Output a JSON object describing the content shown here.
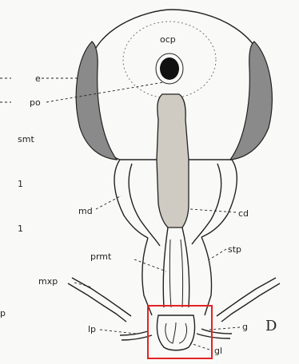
{
  "figure": {
    "panel_letter": "D",
    "labels": {
      "ocp": "ocp",
      "e": "e",
      "po": "po",
      "smt": "smt",
      "md": "md",
      "cd": "cd",
      "prmt": "prmt",
      "stp": "stp",
      "mxp": "mxp",
      "lp": "lp",
      "g": "g",
      "gl": "gl"
    },
    "edge_marks": [
      "1",
      "1",
      "p"
    ],
    "highlight": {
      "color": "#e32222"
    }
  }
}
